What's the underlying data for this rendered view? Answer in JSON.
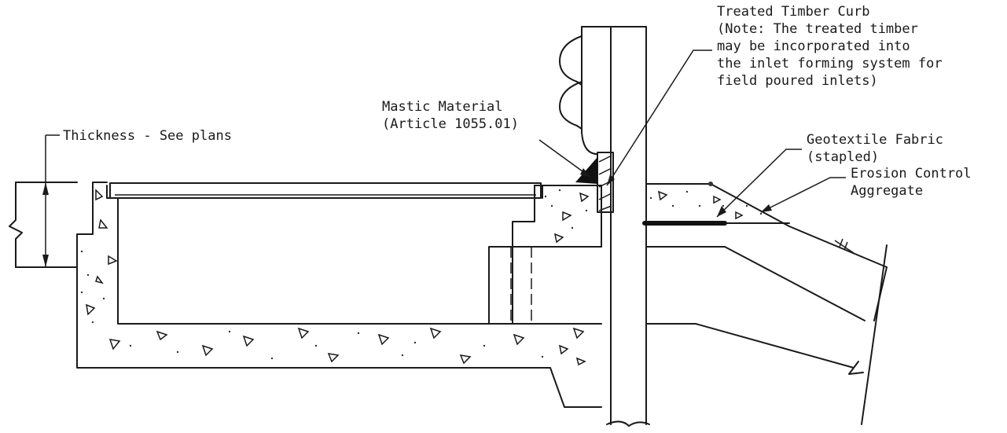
{
  "labels": {
    "thickness": "Thickness - See plans",
    "mastic_1": "Mastic Material",
    "mastic_2": "(Article 1055.01)",
    "curb_1": "Treated Timber Curb",
    "curb_2": "(Note: The treated timber",
    "curb_3": "may be incorporated into",
    "curb_4": "the inlet forming system for",
    "curb_5": "field poured inlets)",
    "geo_1": "Geotextile Fabric",
    "geo_2": "(stapled)",
    "erosion_1": "Erosion Control",
    "erosion_2": "Aggregate"
  },
  "colors": {
    "line": "#1a1a1a",
    "fill_dark": "#111111",
    "background": "#ffffff"
  }
}
